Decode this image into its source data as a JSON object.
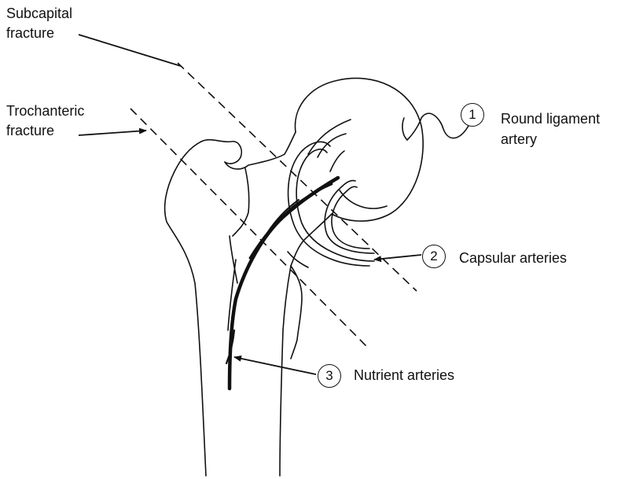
{
  "labels": {
    "subcapital_line1": "Subcapital",
    "subcapital_line2": "fracture",
    "trochanteric_line1": "Trochanteric",
    "trochanteric_line2": "fracture",
    "round_ligament_line1": "Round ligament",
    "round_ligament_line2": "artery",
    "capsular": "Capsular arteries",
    "nutrient": "Nutrient arteries"
  },
  "callouts": {
    "one": "1",
    "two": "2",
    "three": "3"
  },
  "colors": {
    "line": "#111111",
    "background": "#ffffff"
  }
}
